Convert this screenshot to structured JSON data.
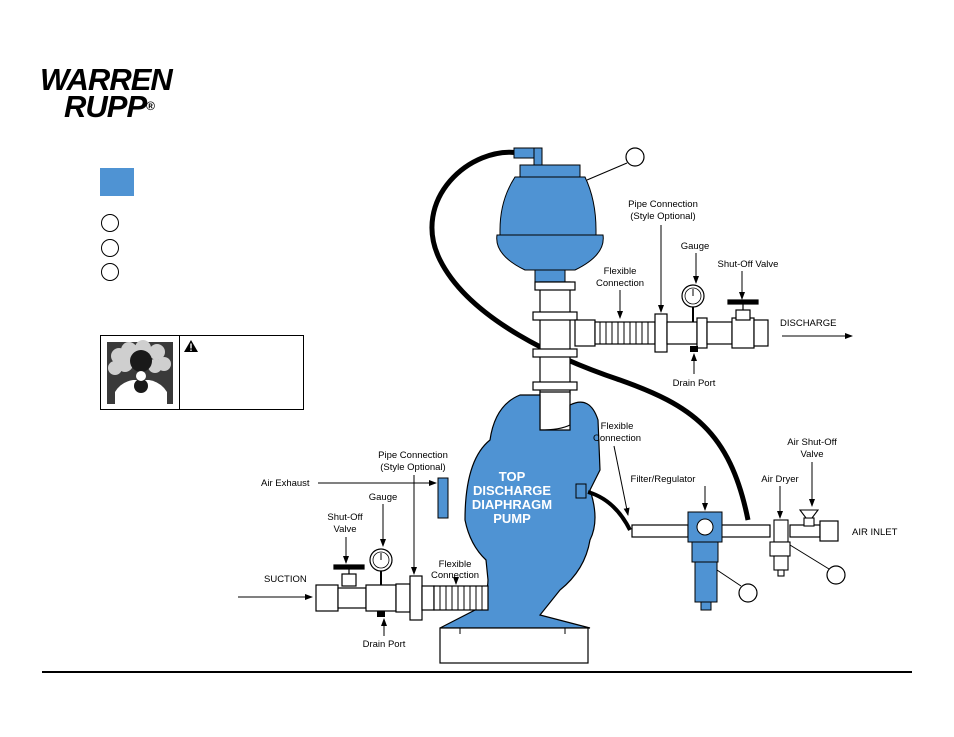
{
  "logo": {
    "line1": "WARREN",
    "line2": "RUPP",
    "registered": "®"
  },
  "colors": {
    "pump_blue": "#4f93d3",
    "hose": "#000000",
    "outline": "#000000"
  },
  "labels": {
    "pump_title_1": "TOP",
    "pump_title_2": "DISCHARGE",
    "pump_title_3": "DIAPHRAGM",
    "pump_title_4": "PUMP",
    "pipe_connection_top_1": "Pipe Connection",
    "pipe_connection_top_2": "(Style Optional)",
    "gauge_top": "Gauge",
    "shutoff_valve_top": "Shut-Off Valve",
    "flexible_top_1": "Flexible",
    "flexible_top_2": "Connection",
    "discharge": "DISCHARGE",
    "drain_port_top": "Drain Port",
    "flexible_air_1": "Flexible",
    "flexible_air_2": "Connection",
    "filter_regulator": "Filter/Regulator",
    "air_dryer": "Air Dryer",
    "air_shutoff_1": "Air Shut-Off",
    "air_shutoff_2": "Valve",
    "air_inlet": "AIR INLET",
    "pipe_connection_bottom_1": "Pipe Connection",
    "pipe_connection_bottom_2": "(Style Optional)",
    "air_exhaust": "Air Exhaust",
    "gauge_bottom": "Gauge",
    "shutoff_bottom_1": "Shut-Off",
    "shutoff_bottom_2": "Valve",
    "suction": "SUCTION",
    "flexible_bottom_1": "Flexible",
    "flexible_bottom_2": "Connection",
    "drain_port_bottom": "Drain Port"
  },
  "icons": {
    "warning": "warning-triangle-icon",
    "respirator": "respirator-fumes-icon"
  }
}
